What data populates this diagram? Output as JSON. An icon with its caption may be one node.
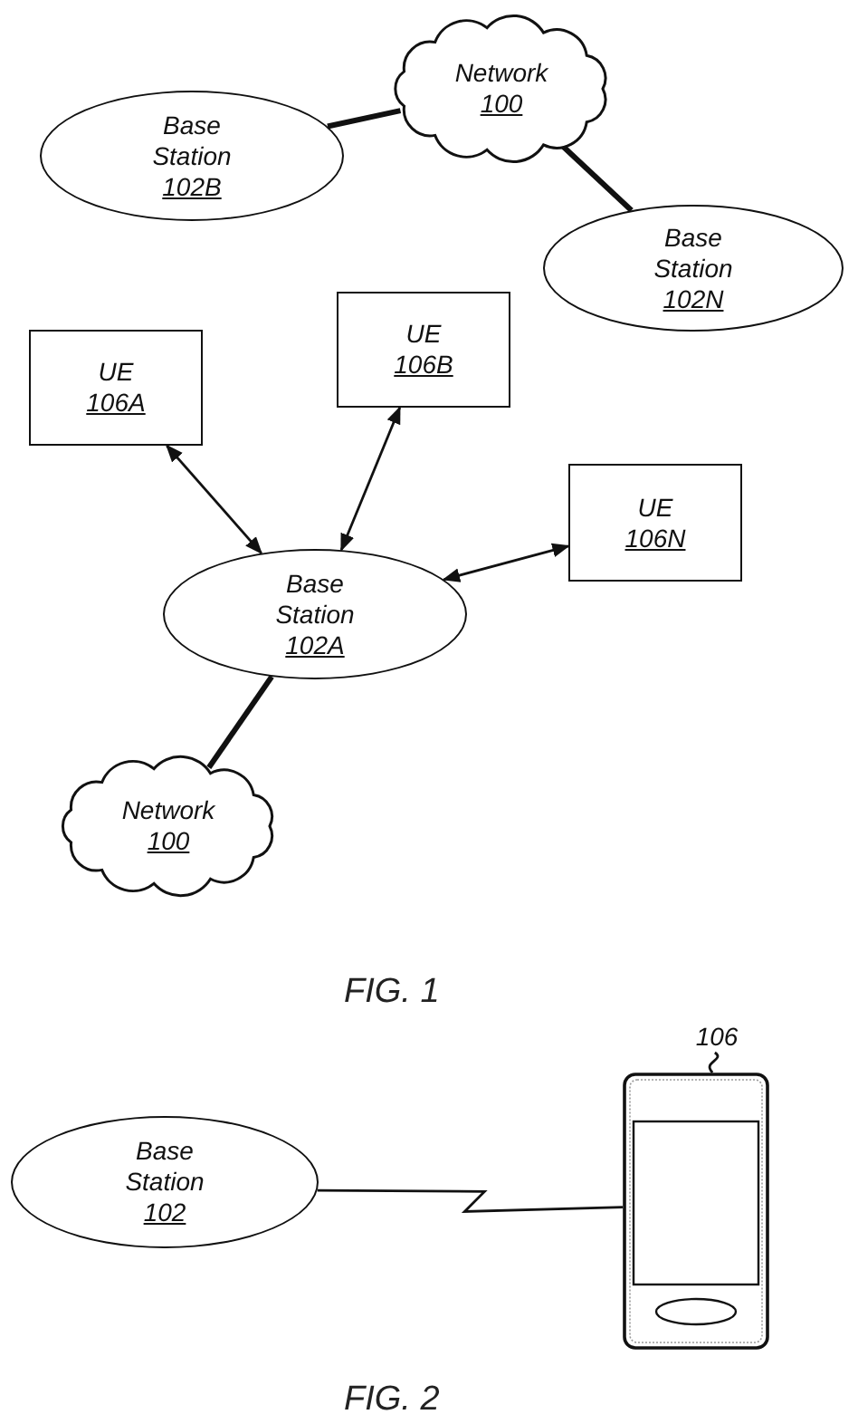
{
  "diagram": {
    "nodes": [
      {
        "text": [
          "Network",
          "100"
        ]
      },
      {
        "text": [
          "Base Station",
          "102B"
        ]
      },
      {
        "text": [
          "Base Station",
          "102N"
        ]
      },
      {
        "text": [
          "UE",
          "106A"
        ]
      },
      {
        "text": [
          "UE",
          "106B"
        ]
      },
      {
        "text": [
          "UE",
          "106N"
        ]
      },
      {
        "text": [
          "Base Station",
          "102A"
        ]
      },
      {
        "text": [
          "Network",
          "100"
        ]
      },
      {
        "text": [
          "Base Station",
          "102"
        ]
      },
      {
        "text": [
          "106"
        ]
      },
      {
        "text": [],
        "shape": "picture"
      }
    ],
    "edges": [
      {
        "from": 0,
        "to": 1,
        "arrow": "none",
        "style": "thick"
      },
      {
        "from": 0,
        "to": 2,
        "arrow": "none",
        "style": "thick"
      },
      {
        "from": 3,
        "to": 6,
        "arrow": "both"
      },
      {
        "from": 4,
        "to": 6,
        "arrow": "both"
      },
      {
        "from": 5,
        "to": 6,
        "arrow": "both"
      },
      {
        "from": 6,
        "to": 7,
        "arrow": "none",
        "style": "thick"
      },
      {
        "from": 8,
        "to": 10,
        "arrow": "none"
      },
      {
        "from": 9,
        "to": 10,
        "arrow": "none"
      }
    ],
    "labels": [
      "FIG. 1",
      "FIG. 2"
    ]
  }
}
